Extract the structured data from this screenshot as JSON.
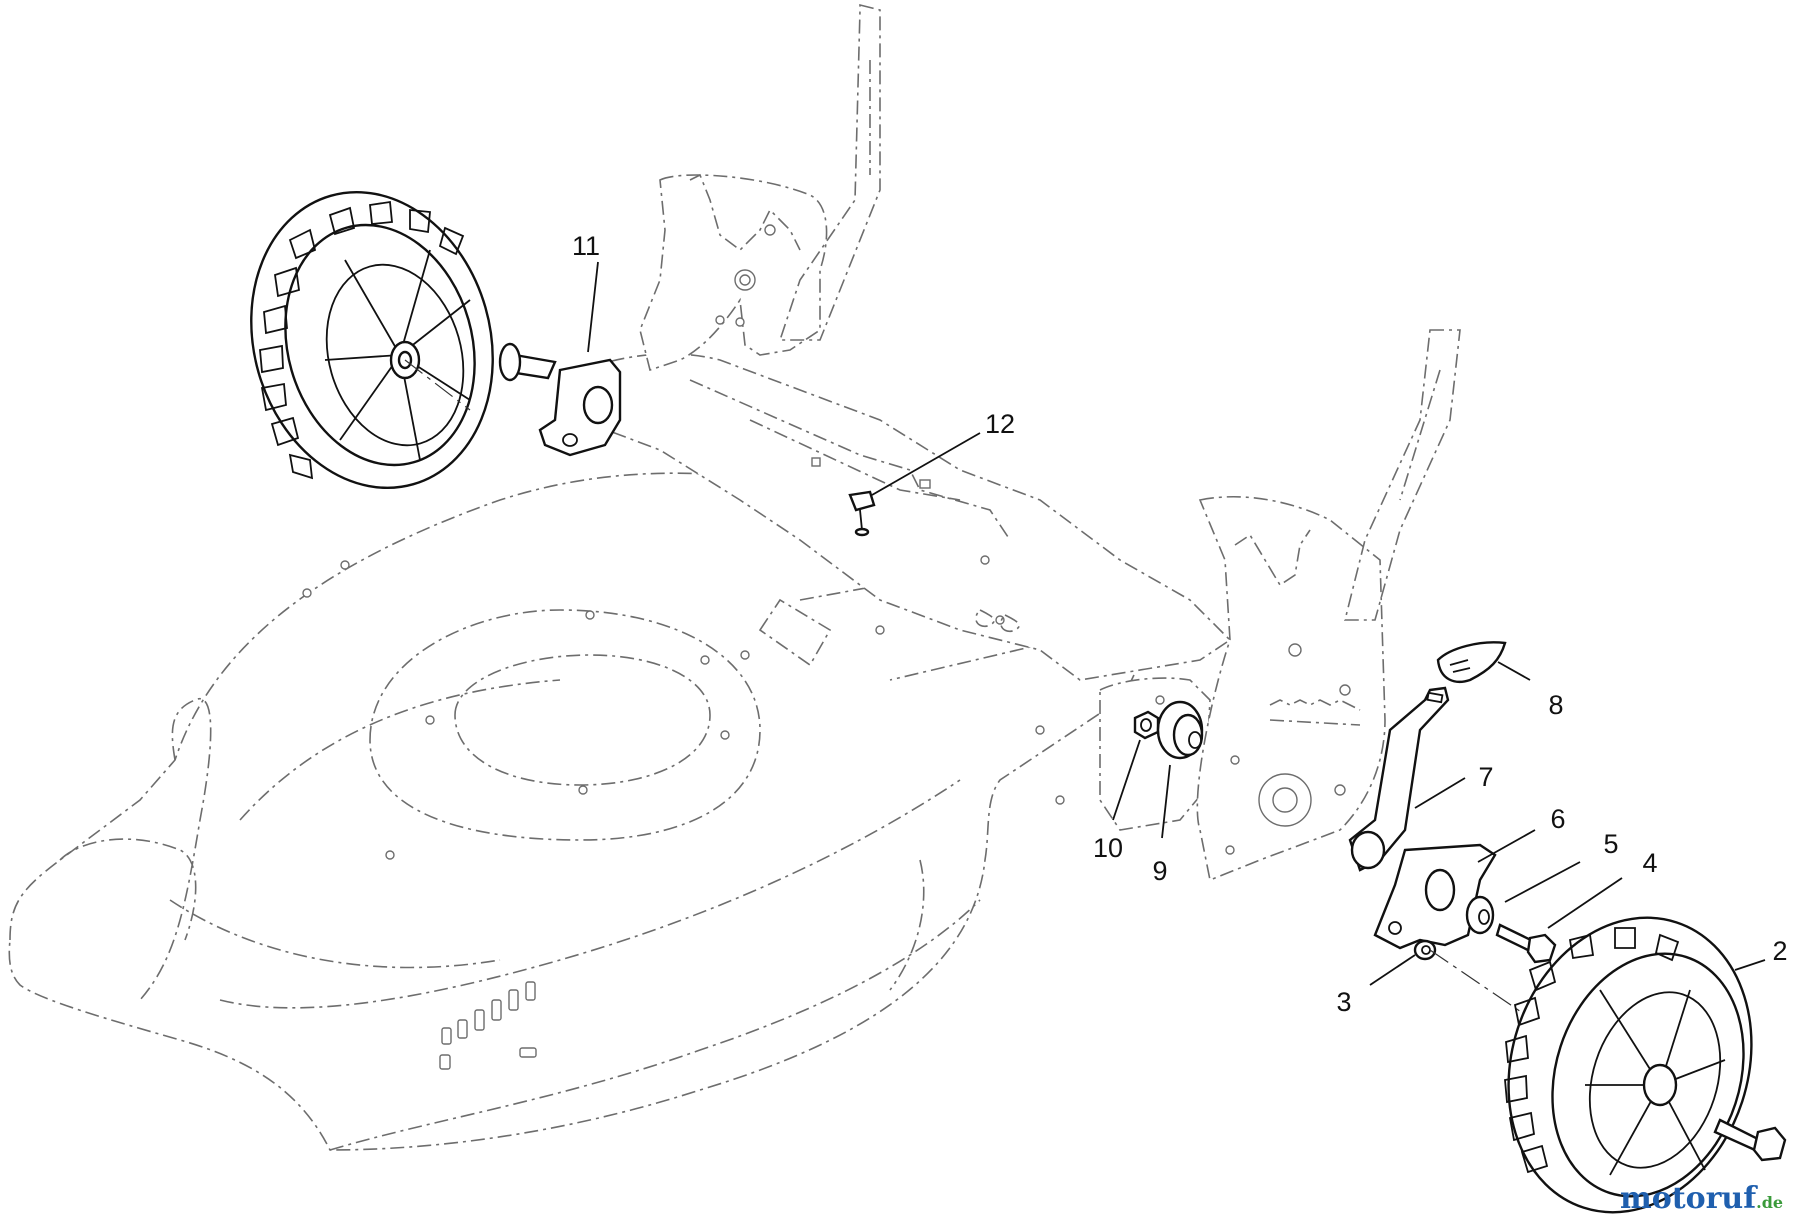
{
  "callouts": [
    {
      "id": "11",
      "label": "11"
    },
    {
      "id": "12",
      "label": "12"
    },
    {
      "id": "8",
      "label": "8"
    },
    {
      "id": "7",
      "label": "7"
    },
    {
      "id": "6",
      "label": "6"
    },
    {
      "id": "5",
      "label": "5"
    },
    {
      "id": "4",
      "label": "4"
    },
    {
      "id": "2",
      "label": "2"
    },
    {
      "id": "10",
      "label": "10"
    },
    {
      "id": "9",
      "label": "9"
    },
    {
      "id": "3",
      "label": "3"
    }
  ],
  "watermark": {
    "brand": "motoruf",
    "suffix": ".de"
  },
  "colors": {
    "line": "#111111",
    "ghost": "#6d6d6d",
    "watermark_blue": "#1f5fae",
    "watermark_red": "#d23a2e",
    "watermark_green": "#3a9a3a",
    "watermark_yellow": "#e0a820"
  }
}
